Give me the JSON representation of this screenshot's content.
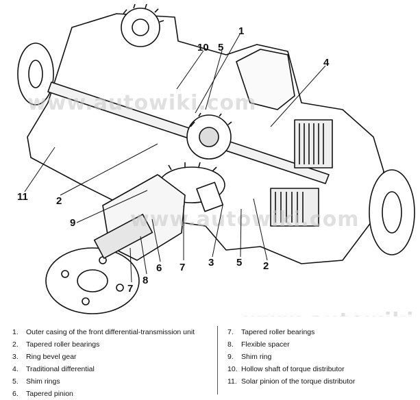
{
  "watermark": "www.autowiki.com",
  "callouts": [
    {
      "id": "1",
      "label": "1"
    },
    {
      "id": "2",
      "label": "2"
    },
    {
      "id": "3",
      "label": "3"
    },
    {
      "id": "4",
      "label": "4"
    },
    {
      "id": "5",
      "label": "5"
    },
    {
      "id": "6",
      "label": "6"
    },
    {
      "id": "7",
      "label": "7"
    },
    {
      "id": "8",
      "label": "8"
    },
    {
      "id": "9",
      "label": "9"
    },
    {
      "id": "10",
      "label": "10"
    },
    {
      "id": "11",
      "label": "11"
    }
  ],
  "legend": [
    {
      "num": "1.",
      "text": "Outer casing of the front differential-transmission unit"
    },
    {
      "num": "2.",
      "text": "Tapered roller bearings"
    },
    {
      "num": "3.",
      "text": "Ring bevel gear"
    },
    {
      "num": "4.",
      "text": "Traditional differential"
    },
    {
      "num": "5.",
      "text": "Shim rings"
    },
    {
      "num": "6.",
      "text": "Tapered pinion"
    },
    {
      "num": "7.",
      "text": "Tapered roller bearings"
    },
    {
      "num": "8.",
      "text": "Flexible spacer"
    },
    {
      "num": "9.",
      "text": "Shim ring"
    },
    {
      "num": "10.",
      "text": "Hollow shaft of torque distributor"
    },
    {
      "num": "11.",
      "text": "Solar pinion of the torque distributor"
    }
  ]
}
